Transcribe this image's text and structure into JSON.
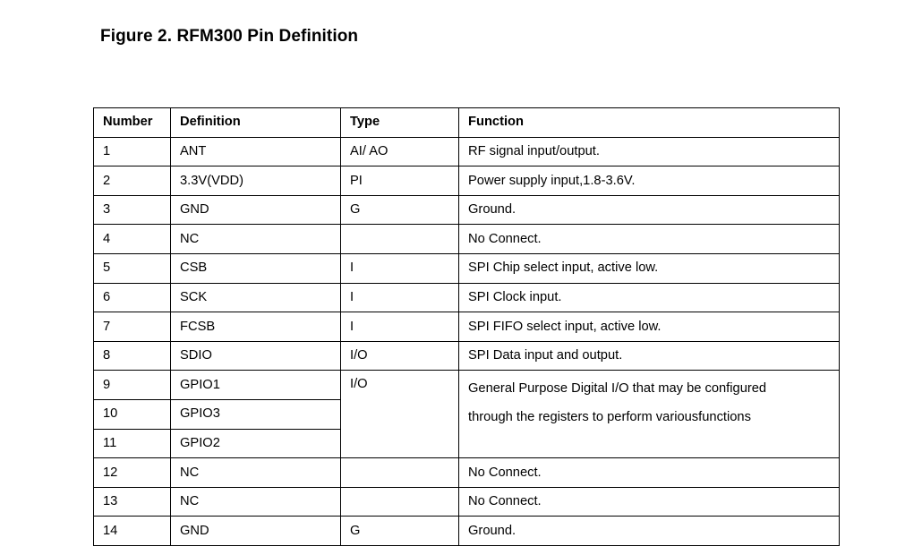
{
  "figure": {
    "title": "Figure 2. RFM300 Pin Definition"
  },
  "table": {
    "headers": {
      "number": "Number",
      "definition": "Definition",
      "type": "Type",
      "function": "Function"
    },
    "rows": [
      {
        "number": "1",
        "definition": "ANT",
        "type": "AI/ AO",
        "function": "RF signal input/output."
      },
      {
        "number": "2",
        "definition": "3.3V(VDD)",
        "type": "PI",
        "function": "Power supply input,1.8-3.6V."
      },
      {
        "number": "3",
        "definition": "GND",
        "type": "G",
        "function": "Ground."
      },
      {
        "number": "4",
        "definition": "NC",
        "type": "",
        "function": "No Connect."
      },
      {
        "number": "5",
        "definition": "CSB",
        "type": "I",
        "function": "SPI Chip select input, active low."
      },
      {
        "number": "6",
        "definition": "SCK",
        "type": "I",
        "function": "SPI Clock input."
      },
      {
        "number": "7",
        "definition": "FCSB",
        "type": "I",
        "function": "SPI FIFO select input, active low."
      },
      {
        "number": "8",
        "definition": "SDIO",
        "type": "I/O",
        "function": "SPI Data input and output."
      },
      {
        "number": "9",
        "definition": "GPIO1"
      },
      {
        "number": "10",
        "definition": "GPIO3"
      },
      {
        "number": "11",
        "definition": "GPIO2"
      },
      {
        "number": "12",
        "definition": "NC",
        "type": "",
        "function": "No Connect."
      },
      {
        "number": "13",
        "definition": "NC",
        "type": "",
        "function": "No Connect."
      },
      {
        "number": "14",
        "definition": "GND",
        "type": "G",
        "function": "Ground."
      }
    ],
    "gpio_group": {
      "type": "I/O",
      "function_line1": "General Purpose Digital I/O that may be configured",
      "function_line2": "through the registers to perform variousfunctions"
    }
  }
}
